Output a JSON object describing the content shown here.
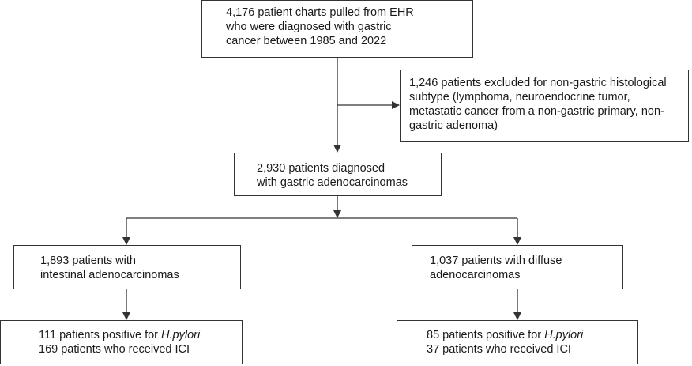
{
  "boxes": {
    "top": {
      "lines": [
        "4,176 patient charts pulled from EHR",
        "who were diagnosed with gastric",
        "cancer between 1985 and 2022"
      ]
    },
    "excluded": {
      "lines": [
        "1,246 patients excluded for non-gastric histological",
        "subtype (lymphoma, neuroendocrine tumor,",
        "metastatic cancer from a non-gastric primary, non-",
        "gastric adenoma)"
      ]
    },
    "adeno": {
      "lines": [
        "2,930 patients diagnosed",
        "with gastric adenocarcinomas"
      ]
    },
    "intestinal": {
      "lines": [
        "1,893 patients with",
        "intestinal adenocarcinomas"
      ]
    },
    "diffuse": {
      "lines": [
        "1,037 patients with diffuse",
        "adenocarcinomas"
      ]
    },
    "out_left": {
      "hp_prefix": "111 patients positive for ",
      "hp_term": "H.pylori",
      "ici": "169 patients who received ICI"
    },
    "out_right": {
      "hp_prefix": "85 patients positive for ",
      "hp_term": "H.pylori",
      "ici": "37 patients who received ICI"
    }
  },
  "colors": {
    "line": "#333333",
    "text": "#1a1a1a"
  }
}
